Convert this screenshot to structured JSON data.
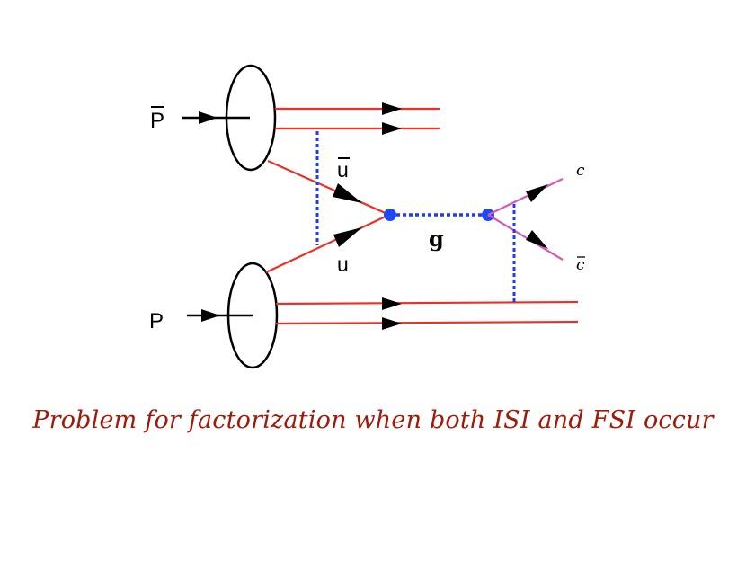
{
  "diagram": {
    "labels": {
      "pbar": "P",
      "p": "P",
      "ubar": "u",
      "u": "u",
      "g": "g",
      "c": "c",
      "cbar": "c"
    },
    "caption": "Problem for factorization when both ISI and FSI occur",
    "colors": {
      "quark": "#ee2f24",
      "charm": "#d45bb3",
      "gluon": "#1f3cf2",
      "vertex": "#1f48f5",
      "hadron": "#000000",
      "caption": "#a01a0a"
    }
  }
}
